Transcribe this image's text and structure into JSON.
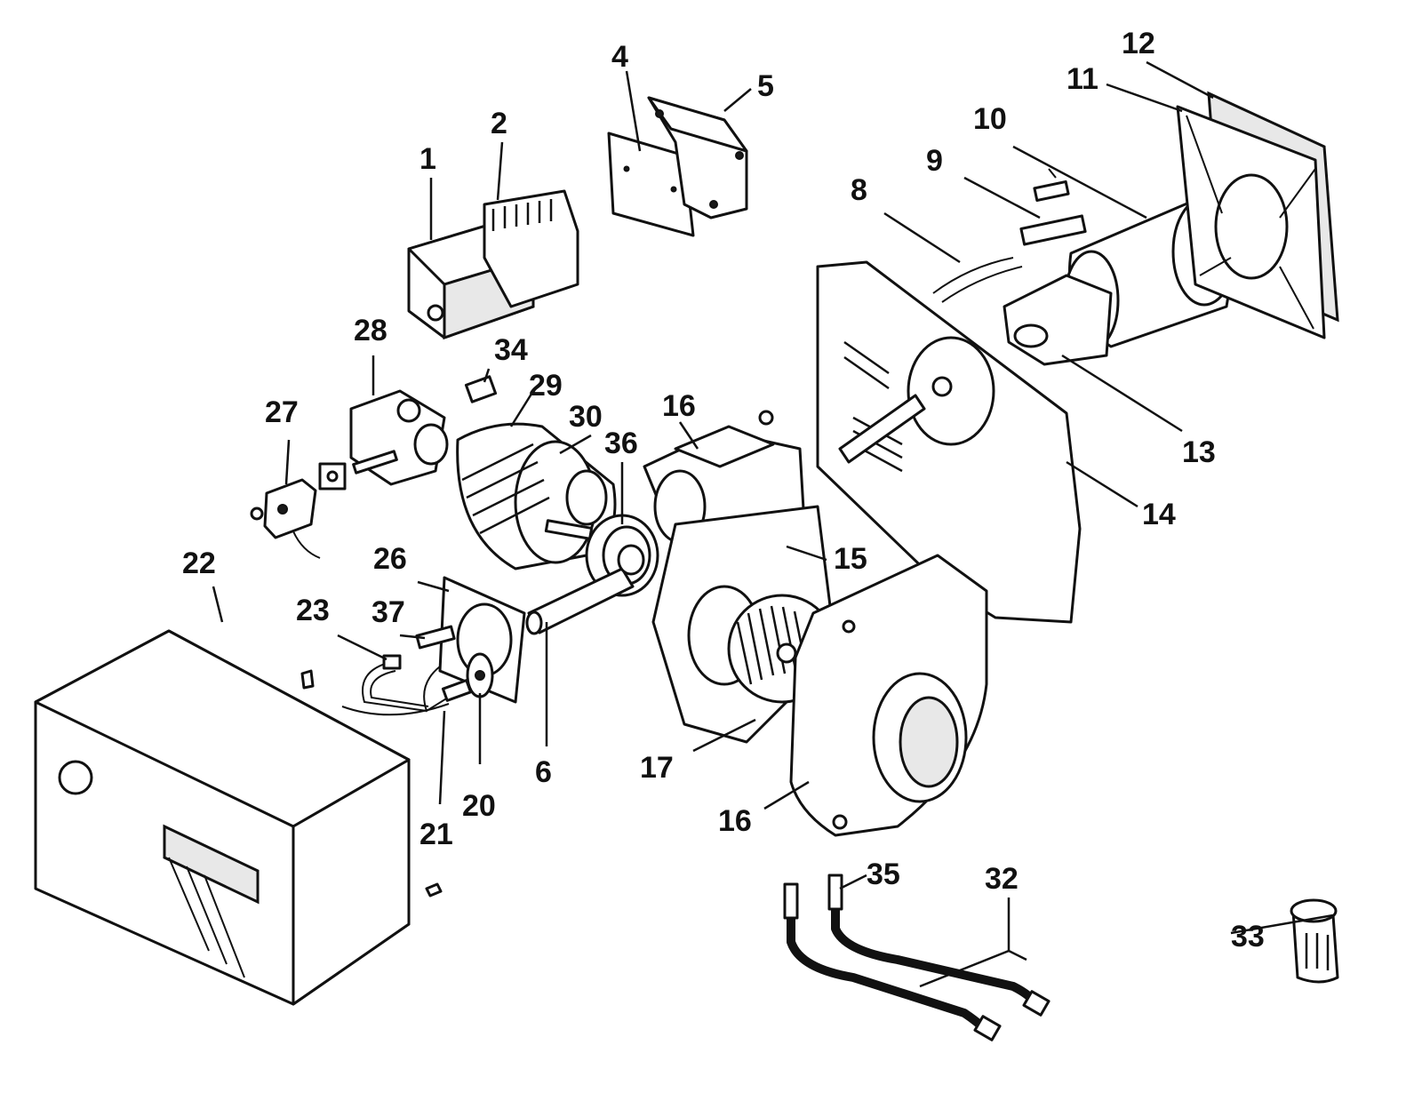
{
  "callouts": [
    {
      "id": "1",
      "label": "1"
    },
    {
      "id": "2",
      "label": "2"
    },
    {
      "id": "4",
      "label": "4"
    },
    {
      "id": "5",
      "label": "5"
    },
    {
      "id": "6",
      "label": "6"
    },
    {
      "id": "8",
      "label": "8"
    },
    {
      "id": "9",
      "label": "9"
    },
    {
      "id": "10",
      "label": "10"
    },
    {
      "id": "11",
      "label": "11"
    },
    {
      "id": "12",
      "label": "12"
    },
    {
      "id": "13",
      "label": "13"
    },
    {
      "id": "14",
      "label": "14"
    },
    {
      "id": "15",
      "label": "15"
    },
    {
      "id": "16a",
      "label": "16"
    },
    {
      "id": "16b",
      "label": "16"
    },
    {
      "id": "17",
      "label": "17"
    },
    {
      "id": "20",
      "label": "20"
    },
    {
      "id": "21",
      "label": "21"
    },
    {
      "id": "22",
      "label": "22"
    },
    {
      "id": "23",
      "label": "23"
    },
    {
      "id": "26",
      "label": "26"
    },
    {
      "id": "27",
      "label": "27"
    },
    {
      "id": "28",
      "label": "28"
    },
    {
      "id": "29",
      "label": "29"
    },
    {
      "id": "30",
      "label": "30"
    },
    {
      "id": "32",
      "label": "32"
    },
    {
      "id": "33",
      "label": "33"
    },
    {
      "id": "34",
      "label": "34"
    },
    {
      "id": "35",
      "label": "35"
    },
    {
      "id": "36",
      "label": "36"
    },
    {
      "id": "37",
      "label": "37"
    }
  ]
}
